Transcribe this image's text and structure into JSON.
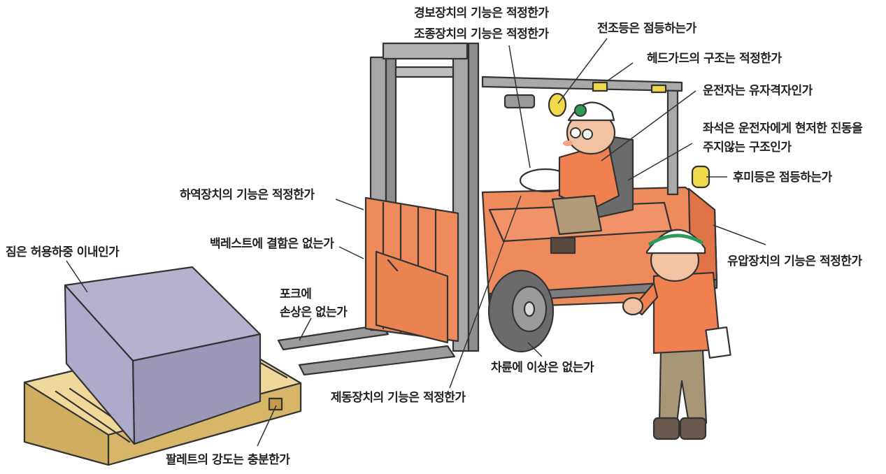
{
  "labels": {
    "alarm": "경보장치의 기능은 적정한가",
    "steering": "조종장치의 기능은 적정한가",
    "headlight": "전조등은 점등하는가",
    "headguard": "헤드가드의 구조는 적정한가",
    "driver": "운전자는 유자격자인가",
    "seat_line1": "좌석은 운전자에게 현저한 진동을",
    "seat_line2": "주지않는 구조인가",
    "taillight": "후미등은 점등하는가",
    "lift": "하역장치의 기능은 적정한가",
    "backrest": "백레스트에 결함은 없는가",
    "load": "짐은 허용하중 이내인가",
    "hydraulic": "유압장치의 기능은 적정한가",
    "fork_line1": "포크에",
    "fork_line2": "손상은 없는가",
    "wheel": "차륜에 이상은 없는가",
    "brake": "제동장치의 기능은 적정한가",
    "pallet": "팔레트의 강도는 충분한가"
  },
  "colors": {
    "forklift_orange": "#ef8a5c",
    "mast_gray": "#a7a7a7",
    "box_purple": "#9c99b8",
    "pallet_yellow": "#e8cc86",
    "helmet_white": "#ffffff",
    "helmet_stripe": "#2f9a57",
    "light_yellow": "#f2d94a"
  }
}
